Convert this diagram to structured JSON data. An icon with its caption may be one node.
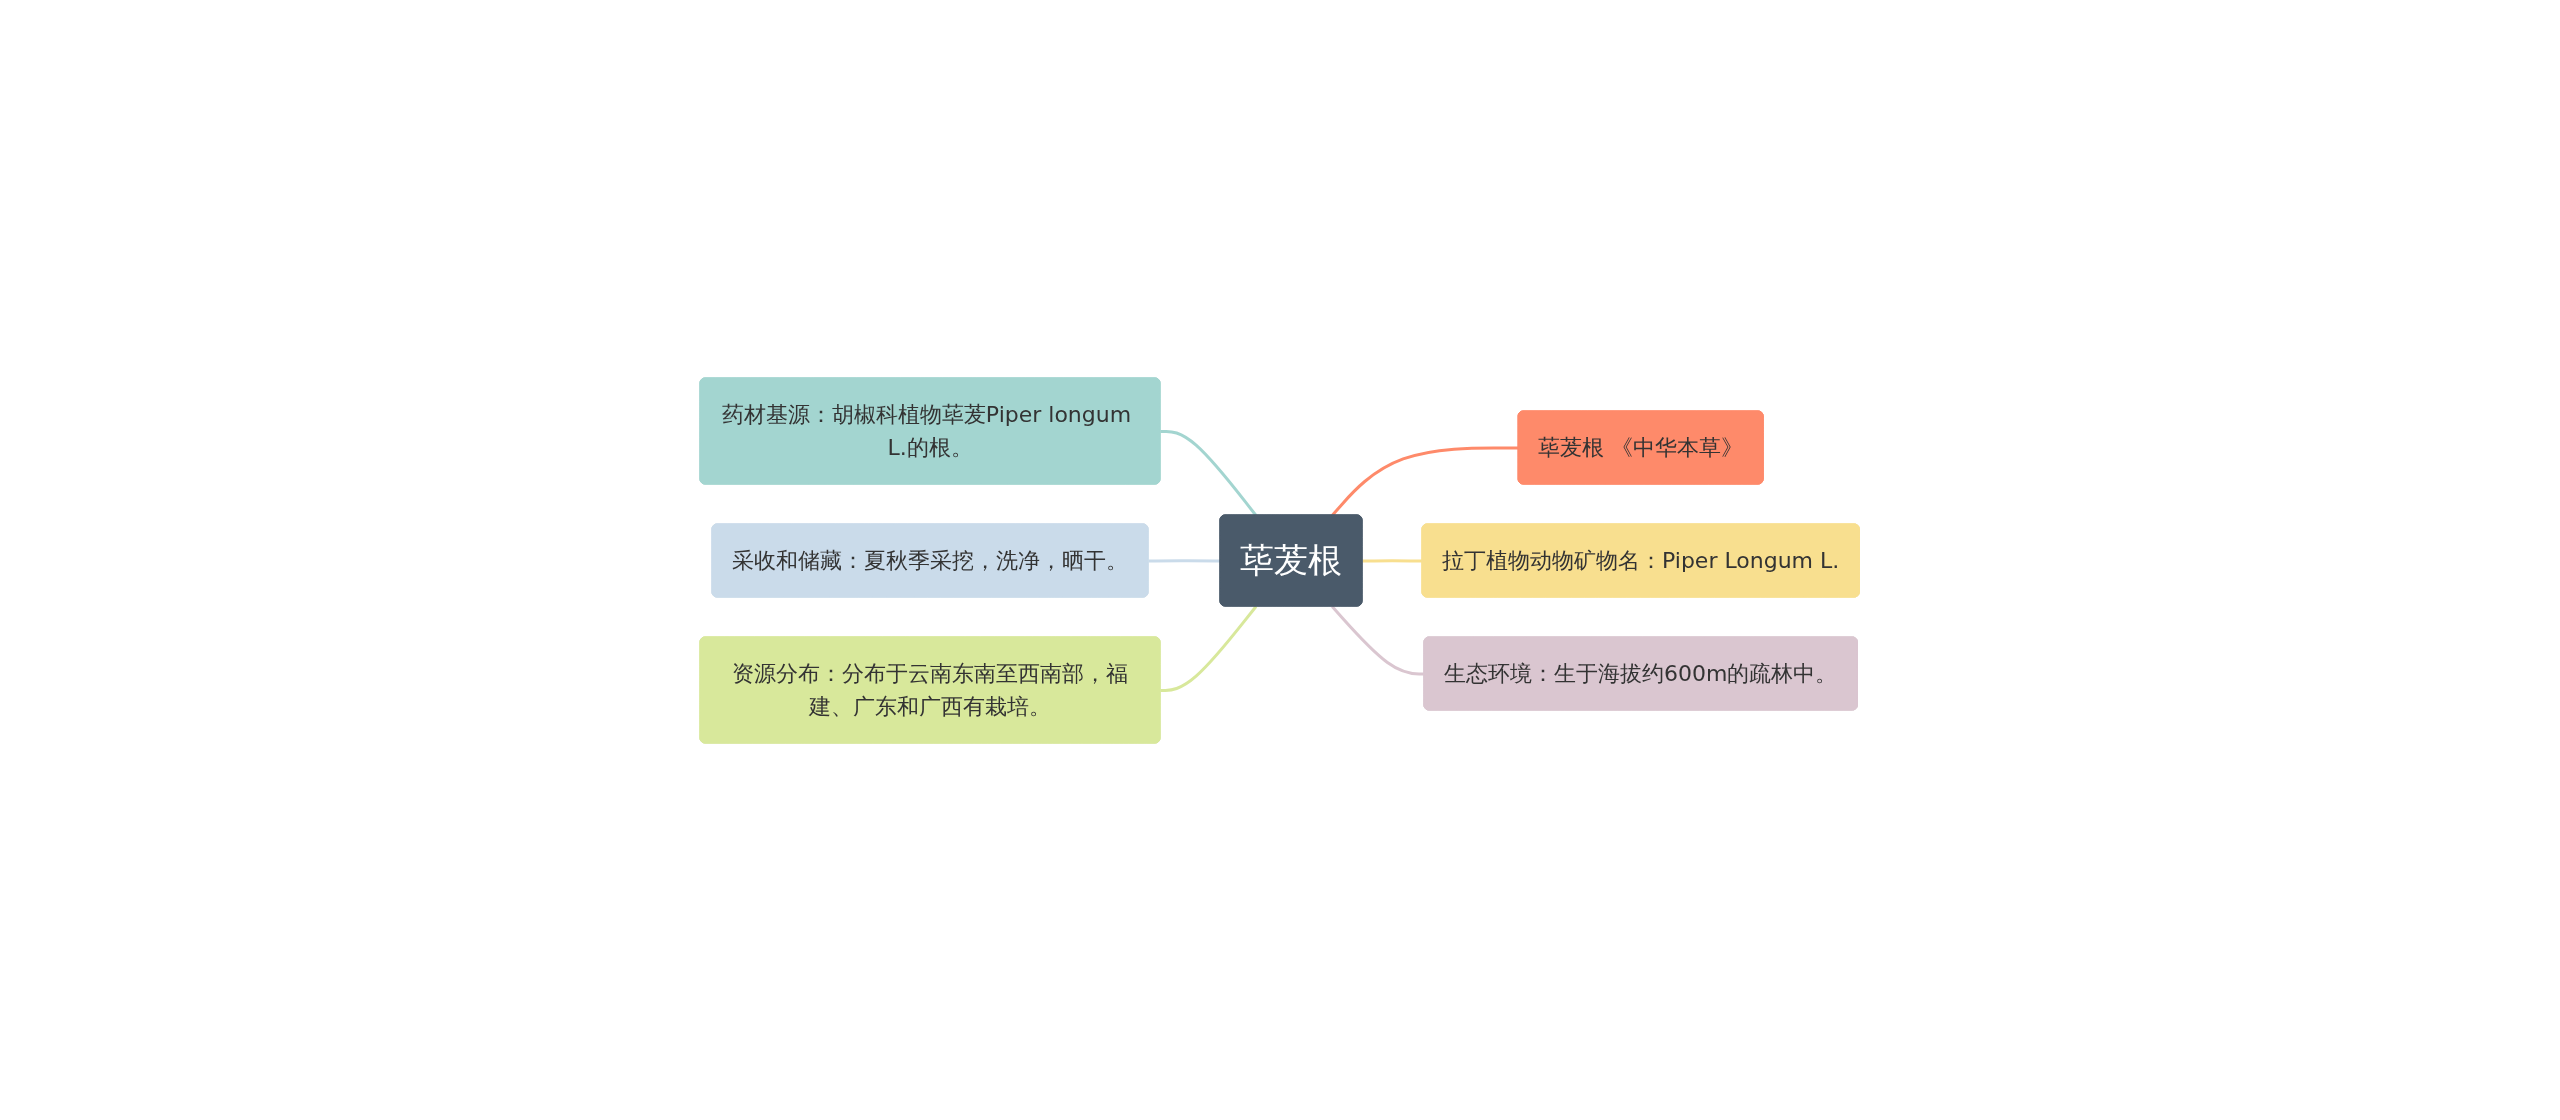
{
  "diagram": {
    "nodes": [
      {
        "text": [
          "荜茇根"
        ]
      },
      {
        "text": [
          "药材基源：胡椒科植物荜茇Piper longum L.的根。"
        ]
      },
      {
        "text": [
          "采收和储藏：夏秋季采挖，洗净，晒干。"
        ]
      },
      {
        "text": [
          "资源分布：分布于云南东南至西南部，福建、广东和广西有栽培。"
        ]
      },
      {
        "text": [
          "荜茇根 《中华本草》"
        ]
      },
      {
        "text": [
          "拉丁植物动物矿物名：Piper Longum L."
        ]
      },
      {
        "text": [
          "生态环境：生于海拔约600m的疏林中。"
        ]
      }
    ],
    "edges": [
      {
        "from": 1,
        "to": 0,
        "arrow": "none",
        "color": "#a3d5d0"
      },
      {
        "from": 2,
        "to": 0,
        "arrow": "none",
        "color": "#cadbea"
      },
      {
        "from": 3,
        "to": 0,
        "arrow": "none",
        "color": "#d8e89b"
      },
      {
        "from": 0,
        "to": 4,
        "arrow": "none",
        "color": "#fe8a6a"
      },
      {
        "from": 0,
        "to": 5,
        "arrow": "none",
        "color": "#f8df8f"
      },
      {
        "from": 0,
        "to": 6,
        "arrow": "none",
        "color": "#dac6d0"
      }
    ]
  }
}
